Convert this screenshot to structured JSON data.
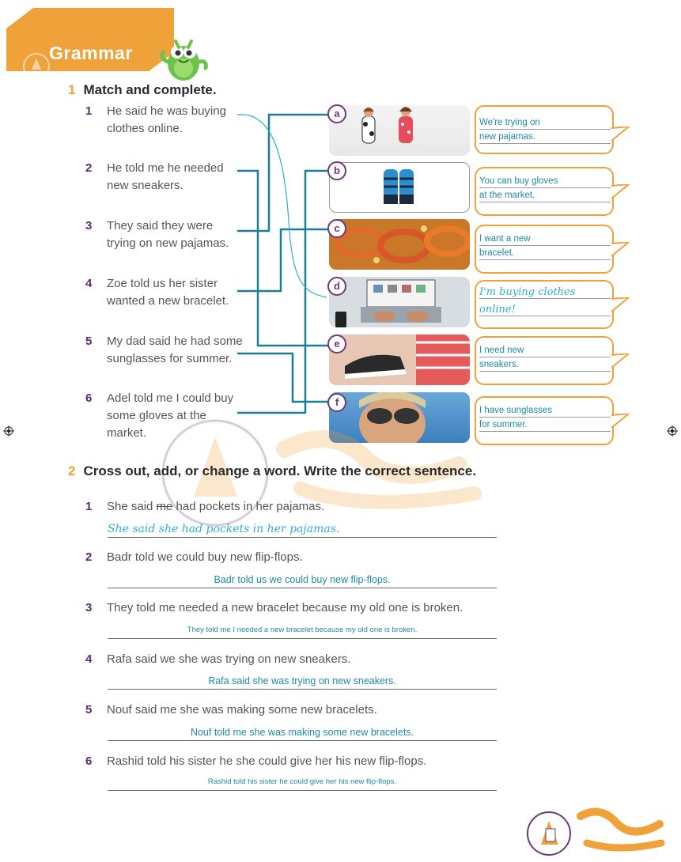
{
  "section_header": {
    "title": "Grammar"
  },
  "exercise1": {
    "number": "1",
    "title": "Match and complete.",
    "items": [
      {
        "num": "1",
        "text": "He said he was buying clothes online."
      },
      {
        "num": "2",
        "text": "He told me he needed new sneakers."
      },
      {
        "num": "3",
        "text": "They said they were trying on new pajamas."
      },
      {
        "num": "4",
        "text": "Zoe told us her sister wanted a new bracelet."
      },
      {
        "num": "5",
        "text": "My dad said he had some sunglasses for summer."
      },
      {
        "num": "6",
        "text": "Adel told me I could buy some gloves at the market."
      }
    ],
    "pictures": [
      {
        "letter": "a",
        "line1": "We're trying on",
        "line2": "new pajamas."
      },
      {
        "letter": "b",
        "line1": "You can buy gloves",
        "line2": "at the market."
      },
      {
        "letter": "c",
        "line1": "I want a new",
        "line2": "bracelet."
      },
      {
        "letter": "d",
        "line1": "I'm buying clothes",
        "line2": "online!"
      },
      {
        "letter": "e",
        "line1": "I need new",
        "line2": "sneakers."
      },
      {
        "letter": "f",
        "line1": "I have sunglasses",
        "line2": "for summer."
      }
    ]
  },
  "exercise2": {
    "number": "2",
    "title": "Cross out, add, or change a word. Write the correct sentence.",
    "items": [
      {
        "num": "1",
        "before": "She said ",
        "struck": "me",
        "after": " had pockets in her pajamas.",
        "answer": "She said she had pockets in her pajamas."
      },
      {
        "num": "2",
        "before": "Badr told we could buy new flip-flops.",
        "struck": "",
        "after": "",
        "answer": "Badr told us we could buy new flip-flops."
      },
      {
        "num": "3",
        "before": "They told me needed a new bracelet because my old one is broken.",
        "struck": "",
        "after": "",
        "answer": "They told me I needed a new bracelet because my old one is broken."
      },
      {
        "num": "4",
        "before": "Rafa said we she was trying on new sneakers.",
        "struck": "",
        "after": "",
        "answer": "Rafa said she was trying on new sneakers."
      },
      {
        "num": "5",
        "before": "Nouf said me she was making some new bracelets.",
        "struck": "",
        "after": "",
        "answer": "Nouf told me she was making some new bracelets."
      },
      {
        "num": "6",
        "before": "Rashid told his sister he she could give her his new flip-flops.",
        "struck": "",
        "after": "",
        "answer": "Rashid told his sister he could give her his new flip-flops."
      }
    ]
  },
  "colors": {
    "accent_orange": "#f0a23a",
    "answer_teal": "#1e8aa6",
    "number_purple": "#5a2d6e",
    "match_line": "#1a7f94"
  }
}
